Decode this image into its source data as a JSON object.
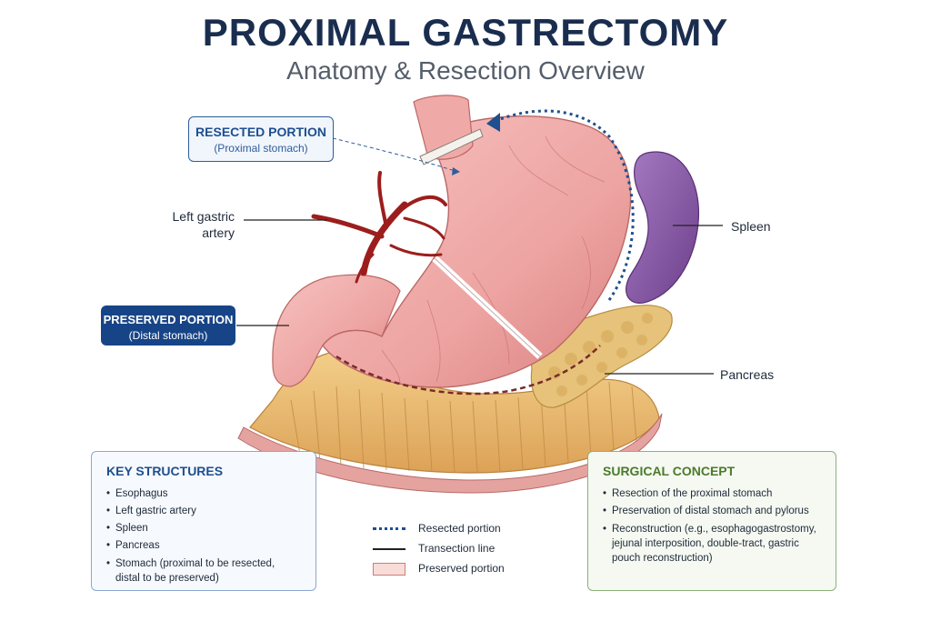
{
  "header": {
    "title": "PROXIMAL GASTRECTOMY",
    "subtitle": "Anatomy & Resection Overview"
  },
  "callouts": {
    "resected": {
      "title": "RESECTED PORTION",
      "sub": "(Proximal stomach)"
    },
    "preserved": {
      "title": "PRESERVED PORTION",
      "sub": "(Distal stomach)"
    }
  },
  "labels": {
    "artery_line1": "Left gastric",
    "artery_line2": "artery",
    "spleen": "Spleen",
    "pancreas": "Pancreas"
  },
  "key_structures": {
    "title": "KEY STRUCTURES",
    "items": [
      "Esophagus",
      "Left gastric artery",
      "Spleen",
      "Pancreas",
      "Stomach (proximal to be resected, distal to be preserved)"
    ]
  },
  "surgical_concept": {
    "title": "SURGICAL CONCEPT",
    "items": [
      "Resection of the proximal stomach",
      "Preservation of distal stomach and pylorus",
      "Reconstruction (e.g., esophagogastrostomy, jejunal interposition, double-tract, gastric pouch reconstruction)"
    ]
  },
  "legend": {
    "resected": "Resected portion",
    "transection": "Transection line",
    "preserved": "Preserved portion"
  },
  "colors": {
    "navy": "#174486",
    "stomach": "#eda4a2",
    "artery": "#9c1e1c",
    "spleen": "#8a5aa8",
    "pancreas": "#e6c27a",
    "omentum": "#e9b96a",
    "concept_green": "#4b7a2c"
  }
}
